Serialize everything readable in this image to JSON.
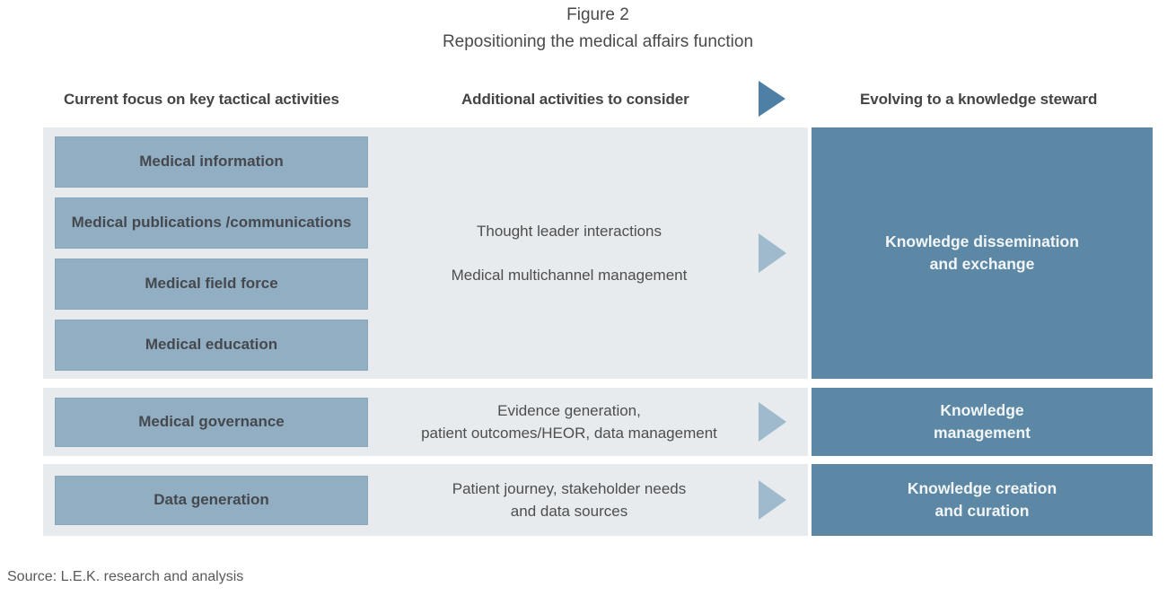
{
  "title": {
    "line1": "Figure 2",
    "line2": "Repositioning the medical affairs function"
  },
  "headers": {
    "left": "Current focus on key tactical activities",
    "middle": "Additional activities to consider",
    "right": "Evolving to a knowledge steward"
  },
  "bands": [
    {
      "left_boxes": [
        "Medical information",
        "Medical publications /communications",
        "Medical field force",
        "Medical education"
      ],
      "middle_lines": [
        "Thought leader interactions",
        "Medical multichannel management"
      ],
      "right_lines": [
        "Knowledge dissemination",
        "and exchange"
      ]
    },
    {
      "left_boxes": [
        "Medical governance"
      ],
      "middle_lines": [
        "Evidence generation,",
        "patient outcomes/HEOR, data management"
      ],
      "right_lines": [
        "Knowledge",
        "management"
      ]
    },
    {
      "left_boxes": [
        "Data generation"
      ],
      "middle_lines": [
        "Patient journey, stakeholder needs",
        "and data sources"
      ],
      "right_lines": [
        "Knowledge creation",
        "and curation"
      ]
    }
  ],
  "source": "Source: L.E.K. research and analysis",
  "icons": {
    "header_arrow": "right-triangle",
    "row_arrow": "right-triangle"
  },
  "colors": {
    "band_background": "#e7ebee",
    "left_box_fill": "#92aec3",
    "right_box_fill": "#5c88a5",
    "header_arrow": "#4d80a4",
    "row_arrow": "#9fbacc",
    "dark_text": "#4a4a4a",
    "light_text": "#f2f6f8"
  }
}
